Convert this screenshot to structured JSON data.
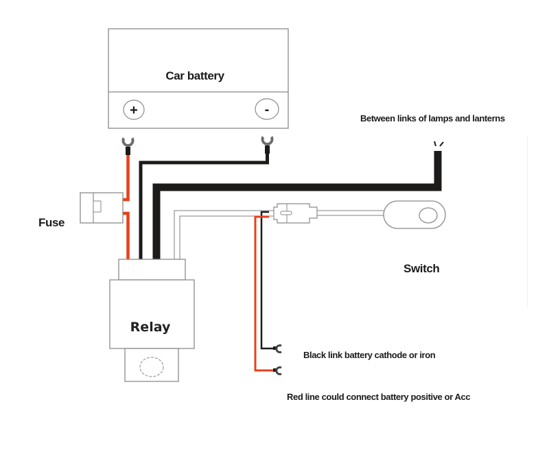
{
  "diagram": {
    "title": "Relay wiring harness diagram",
    "components": {
      "battery": {
        "label": "Car battery",
        "positive_terminal": "+",
        "negative_terminal": "-"
      },
      "fuse": {
        "label": "Fuse"
      },
      "relay": {
        "label": "Relay"
      },
      "switch": {
        "label": "Switch"
      }
    },
    "annotations": {
      "lamp_connection": "Between links of lamps and lanterns",
      "black_lead": "Black link battery cathode or iron",
      "red_lead": "Red line could connect battery positive or Acc"
    },
    "wire_colors": {
      "red": "#e8401c",
      "black": "#1c1b19",
      "gray": "#9a9a9a",
      "lug": "#6d6d6d"
    }
  }
}
